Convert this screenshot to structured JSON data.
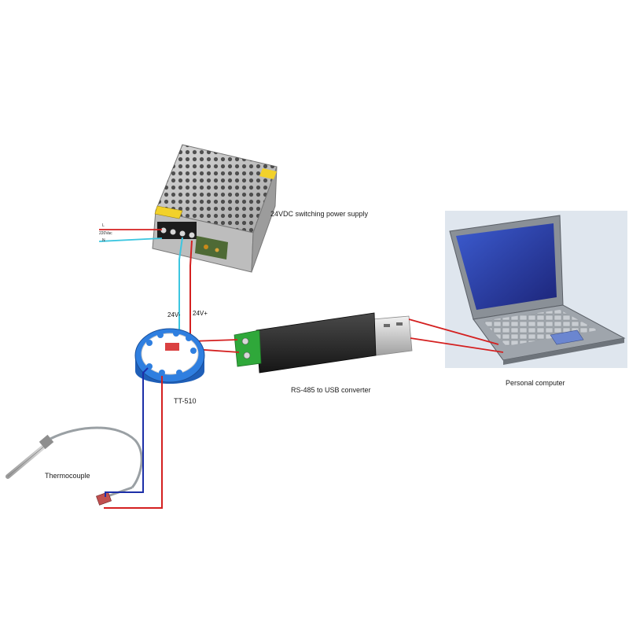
{
  "labels": {
    "power_supply": "24VDC switching power supply",
    "ac_line": "L",
    "ac_voltage": "220Vac",
    "ac_neutral": "N",
    "v_minus": "24V-",
    "v_plus": "24V+",
    "transmitter": "TT-510",
    "converter": "RS-485 to USB converter",
    "computer": "Personal computer",
    "thermocouple": "Thermocouple"
  },
  "colors": {
    "wire_red": "#d42020",
    "wire_cyan": "#3cc6e0",
    "wire_blue": "#1c2fa8",
    "transmitter_blue": "#2f7fe0",
    "terminal_green": "#2fa83a",
    "laptop_screen": "#2a3aa8",
    "laptop_bg": "#dfe6ee"
  }
}
